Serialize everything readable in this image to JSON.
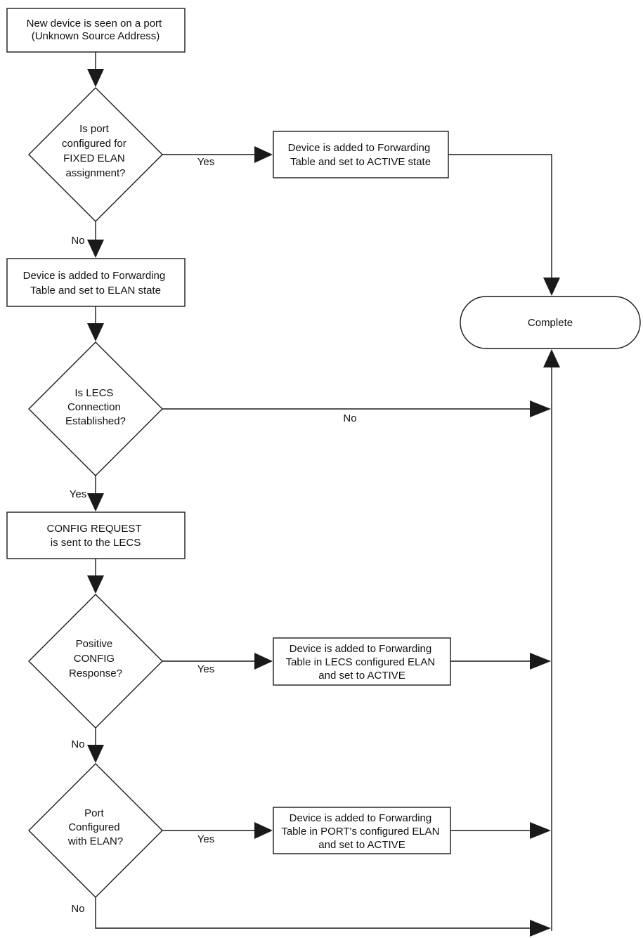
{
  "diagram": {
    "nodes": [
      {
        "id": "start",
        "kind": "process",
        "lines": [
          "New device is seen on a port",
          "(Unknown Source Address)"
        ]
      },
      {
        "id": "d1",
        "kind": "decision",
        "lines": [
          "Is port",
          "configured for",
          "FIXED ELAN",
          "assignment?"
        ]
      },
      {
        "id": "p_active",
        "kind": "process",
        "lines": [
          "Device is added to Forwarding",
          "Table and set to ACTIVE state"
        ]
      },
      {
        "id": "p_elan",
        "kind": "process",
        "lines": [
          "Device is added to Forwarding",
          "Table and set to ELAN state"
        ]
      },
      {
        "id": "complete",
        "kind": "terminal",
        "lines": [
          "Complete"
        ]
      },
      {
        "id": "d2",
        "kind": "decision",
        "lines": [
          "Is LECS",
          "Connection",
          "Established?"
        ]
      },
      {
        "id": "p_config",
        "kind": "process",
        "lines": [
          "CONFIG REQUEST",
          "is sent to the LECS"
        ]
      },
      {
        "id": "d3",
        "kind": "decision",
        "lines": [
          "Positive",
          "CONFIG",
          "Response?"
        ]
      },
      {
        "id": "p_lecs",
        "kind": "process",
        "lines": [
          "Device is added to Forwarding",
          "Table in LECS configured ELAN",
          "and set to ACTIVE"
        ]
      },
      {
        "id": "d4",
        "kind": "decision",
        "lines": [
          "Port",
          "Configured",
          "with ELAN?"
        ]
      },
      {
        "id": "p_port",
        "kind": "process",
        "lines": [
          "Device is added to Forwarding",
          "Table in PORT's configured ELAN",
          "and set to ACTIVE"
        ]
      }
    ],
    "edges": [
      {
        "id": "e_start_d1",
        "label": ""
      },
      {
        "id": "e_d1_yes",
        "label": "Yes"
      },
      {
        "id": "e_active_complete",
        "label": ""
      },
      {
        "id": "e_d1_no",
        "label": "No"
      },
      {
        "id": "e_elan_d2",
        "label": ""
      },
      {
        "id": "e_d2_no",
        "label": "No"
      },
      {
        "id": "e_d2_yes",
        "label": "Yes"
      },
      {
        "id": "e_config_d3",
        "label": ""
      },
      {
        "id": "e_d3_yes",
        "label": "Yes"
      },
      {
        "id": "e_lecs_right",
        "label": ""
      },
      {
        "id": "e_d3_no",
        "label": "No"
      },
      {
        "id": "e_d4_yes",
        "label": "Yes"
      },
      {
        "id": "e_port_right",
        "label": ""
      },
      {
        "id": "e_d4_no",
        "label": "No"
      },
      {
        "id": "e_trunk_complete",
        "label": ""
      }
    ]
  }
}
